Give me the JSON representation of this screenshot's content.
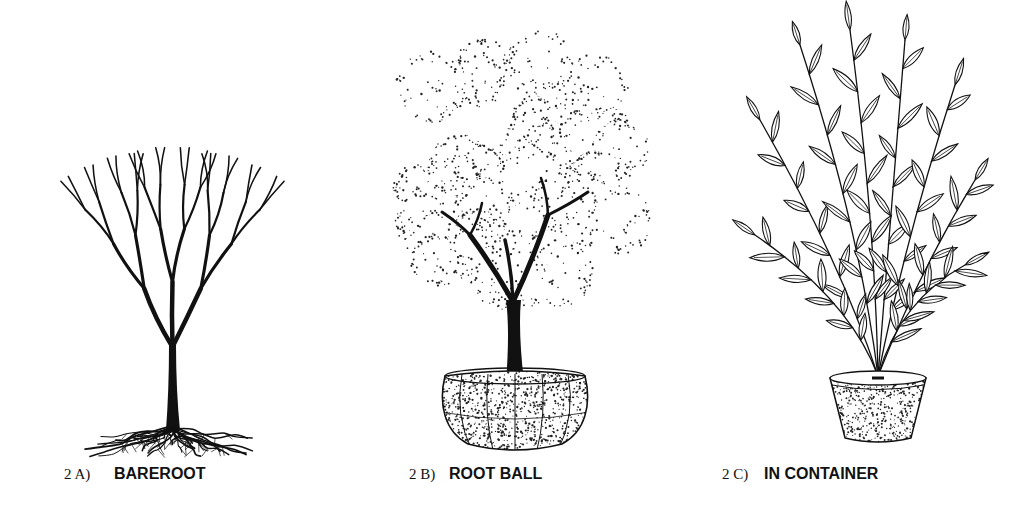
{
  "diagram": {
    "labels": [
      "2 A)",
      "BAREROOT",
      "2 B)",
      "ROOT BALL",
      "2 C)",
      "IN CONTAINER"
    ]
  }
}
